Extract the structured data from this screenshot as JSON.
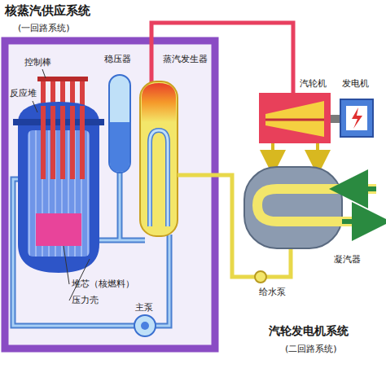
{
  "diagram": {
    "labels": [
      "核蒸汽供应系统",
      "(一回路系统)",
      "控制棒",
      "反应堆",
      "稳压器",
      "蒸汽发生器",
      "汽轮机",
      "发电机",
      "堆芯（核燃料）",
      "压力壳",
      "主泵",
      "凝汽器",
      "给水泵",
      "汽轮发电机系统",
      "(二回路系统)"
    ]
  }
}
